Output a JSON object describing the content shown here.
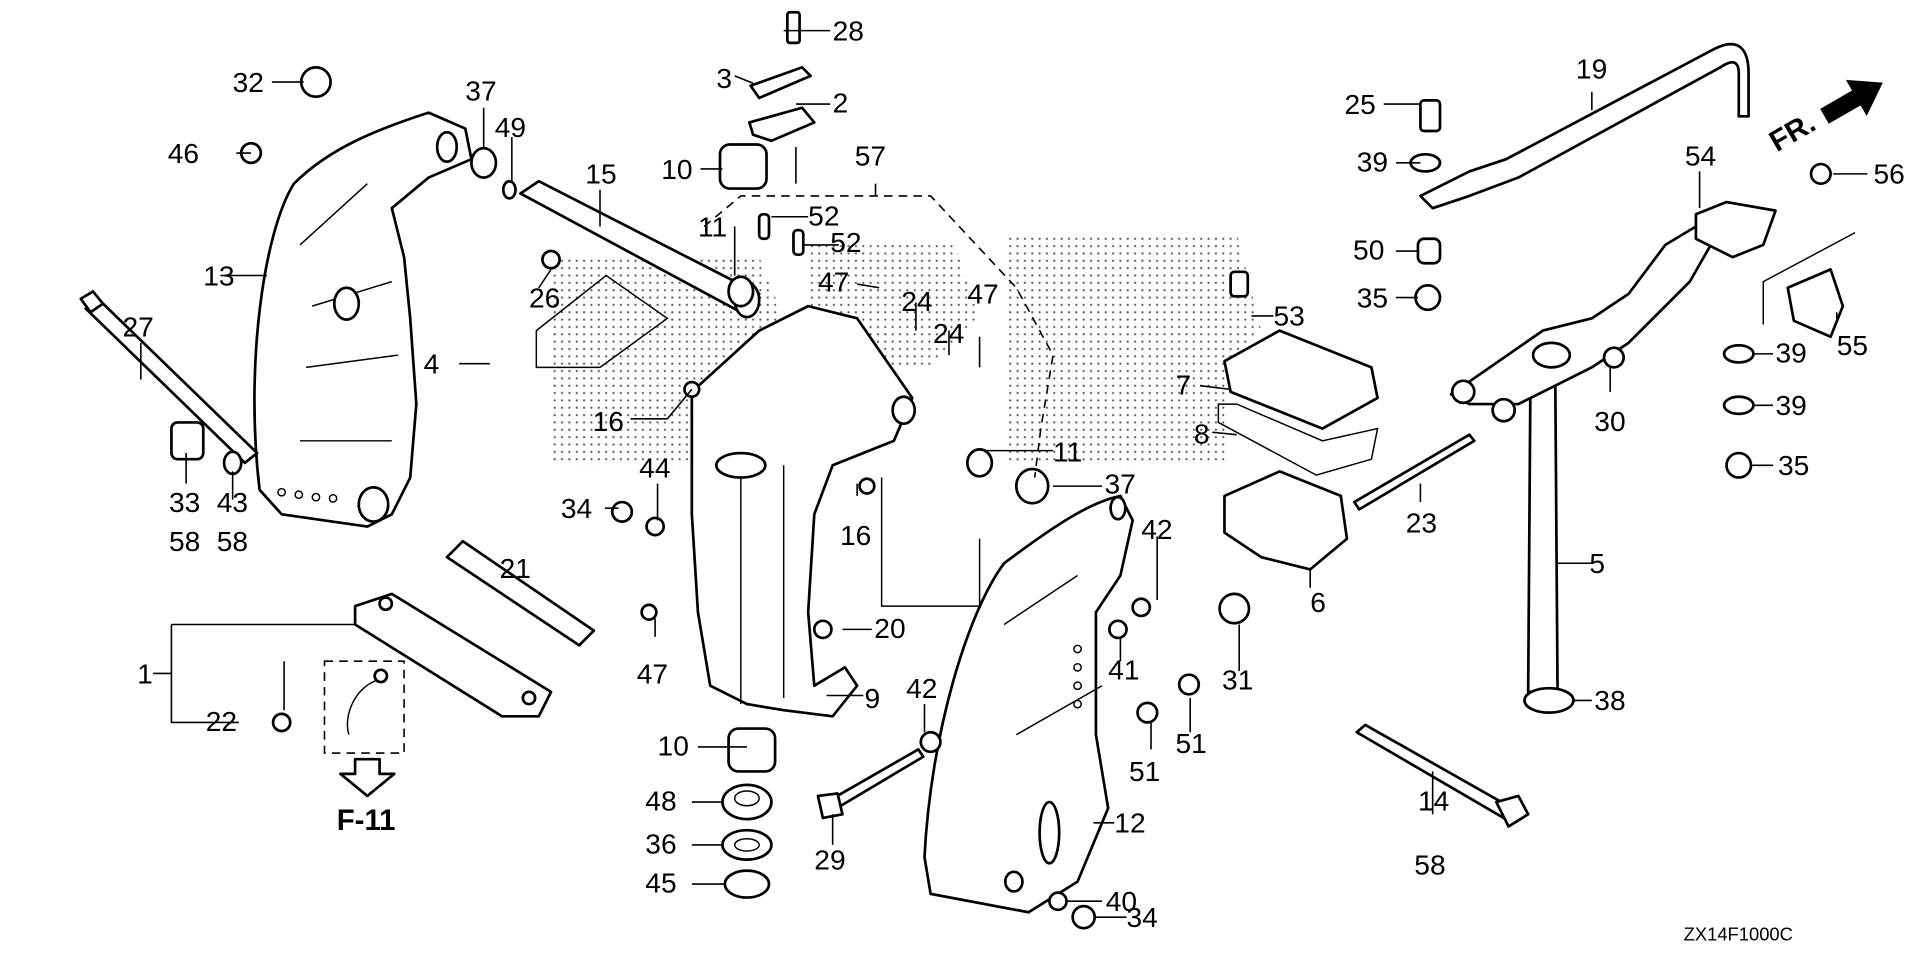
{
  "diagram": {
    "title": "Outboard swivel case / stern bracket exploded parts diagram",
    "diagram_code": "ZX14F1000C",
    "front_indicator": "FR.",
    "reference_label": "F-11",
    "labels": [
      {
        "id": "l1",
        "text": "1"
      },
      {
        "id": "l2",
        "text": "2"
      },
      {
        "id": "l3",
        "text": "3"
      },
      {
        "id": "l4",
        "text": "4"
      },
      {
        "id": "l5",
        "text": "5"
      },
      {
        "id": "l6",
        "text": "6"
      },
      {
        "id": "l7",
        "text": "7"
      },
      {
        "id": "l8",
        "text": "8"
      },
      {
        "id": "l9",
        "text": "9"
      },
      {
        "id": "l10a",
        "text": "10"
      },
      {
        "id": "l10b",
        "text": "10"
      },
      {
        "id": "l11a",
        "text": "11"
      },
      {
        "id": "l11b",
        "text": "11"
      },
      {
        "id": "l12",
        "text": "12"
      },
      {
        "id": "l13",
        "text": "13"
      },
      {
        "id": "l14",
        "text": "14"
      },
      {
        "id": "l14b",
        "text": "58"
      },
      {
        "id": "l15",
        "text": "15"
      },
      {
        "id": "l16a",
        "text": "16"
      },
      {
        "id": "l16b",
        "text": "16"
      },
      {
        "id": "l19",
        "text": "19"
      },
      {
        "id": "l20",
        "text": "20"
      },
      {
        "id": "l21",
        "text": "21"
      },
      {
        "id": "l22",
        "text": "22"
      },
      {
        "id": "l23",
        "text": "23"
      },
      {
        "id": "l24a",
        "text": "24"
      },
      {
        "id": "l24b",
        "text": "24"
      },
      {
        "id": "l25",
        "text": "25"
      },
      {
        "id": "l26",
        "text": "26"
      },
      {
        "id": "l27",
        "text": "27"
      },
      {
        "id": "l28",
        "text": "28"
      },
      {
        "id": "l29",
        "text": "29"
      },
      {
        "id": "l30",
        "text": "30"
      },
      {
        "id": "l31",
        "text": "31"
      },
      {
        "id": "l32",
        "text": "32"
      },
      {
        "id": "l33",
        "text": "33"
      },
      {
        "id": "l33b",
        "text": "58"
      },
      {
        "id": "l34a",
        "text": "34"
      },
      {
        "id": "l34b",
        "text": "34"
      },
      {
        "id": "l35a",
        "text": "35"
      },
      {
        "id": "l35b",
        "text": "35"
      },
      {
        "id": "l36",
        "text": "36"
      },
      {
        "id": "l37a",
        "text": "37"
      },
      {
        "id": "l37b",
        "text": "37"
      },
      {
        "id": "l38",
        "text": "38"
      },
      {
        "id": "l39a",
        "text": "39"
      },
      {
        "id": "l39b",
        "text": "39"
      },
      {
        "id": "l39c",
        "text": "39"
      },
      {
        "id": "l40",
        "text": "40"
      },
      {
        "id": "l41",
        "text": "41"
      },
      {
        "id": "l42a",
        "text": "42"
      },
      {
        "id": "l42b",
        "text": "42"
      },
      {
        "id": "l43",
        "text": "43"
      },
      {
        "id": "l43b",
        "text": "58"
      },
      {
        "id": "l44",
        "text": "44"
      },
      {
        "id": "l45",
        "text": "45"
      },
      {
        "id": "l46",
        "text": "46"
      },
      {
        "id": "l47a",
        "text": "47"
      },
      {
        "id": "l47b",
        "text": "47"
      },
      {
        "id": "l47c",
        "text": "47"
      },
      {
        "id": "l48",
        "text": "48"
      },
      {
        "id": "l49",
        "text": "49"
      },
      {
        "id": "l50",
        "text": "50"
      },
      {
        "id": "l51a",
        "text": "51"
      },
      {
        "id": "l51b",
        "text": "51"
      },
      {
        "id": "l52a",
        "text": "52"
      },
      {
        "id": "l52b",
        "text": "52"
      },
      {
        "id": "l53",
        "text": "53"
      },
      {
        "id": "l54",
        "text": "54"
      },
      {
        "id": "l55",
        "text": "55"
      },
      {
        "id": "l56",
        "text": "56"
      },
      {
        "id": "l57",
        "text": "57"
      }
    ]
  }
}
